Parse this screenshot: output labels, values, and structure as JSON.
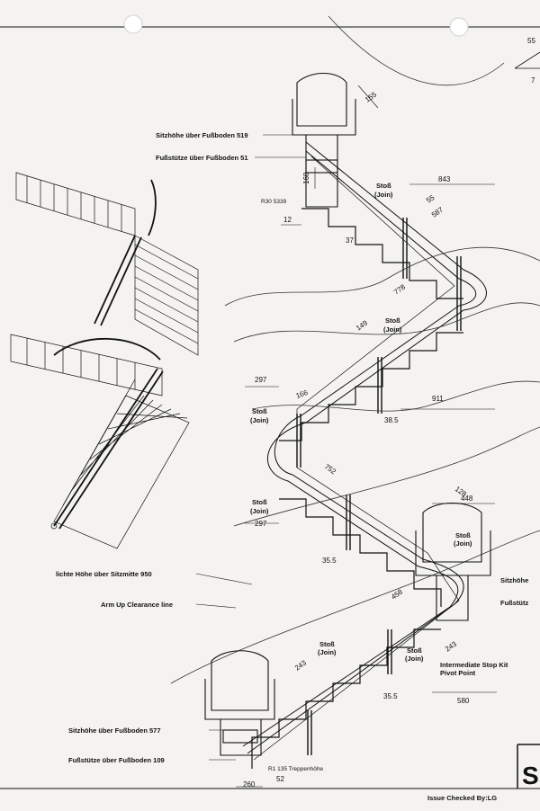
{
  "labels": {
    "sitz_top": "Sitzhöhe über Fußboden 519",
    "fuss_top": "Fußstütze über Fußboden 51",
    "r30": "R30 5339",
    "sitz_bottom": "Sitzhöhe über Fußboden 577",
    "fuss_bottom": "Fußstütze über Fußboden 109",
    "lichte": "lichte Höhe über Sitzmitte 950",
    "arm_up": "Arm Up Clearance line",
    "right_sitz": "Sitzhöhe",
    "right_fuss": "Fußstütz",
    "intermediate1": "Intermediate Stop Kit",
    "intermediate2": "Pivot Point",
    "treppen": "R1 135 Treppenhöhe",
    "issue": "Issue Checked By:LG",
    "title_letter": "S",
    "corner_top": "55",
    "corner_bottom": "7",
    "join_de": "Stoß",
    "join_en": "(Join)"
  },
  "dims": {
    "d155": "155",
    "d168": "168",
    "d12": "12",
    "d843": "843",
    "d55": "55",
    "d587": "587",
    "d37": "37",
    "d778": "778",
    "d149": "149",
    "d297a": "297",
    "d166": "166",
    "d38_5": "38.5",
    "d911": "911",
    "d752": "752",
    "d297b": "297",
    "d35_5a": "35.5",
    "d128": "128",
    "d448": "448",
    "d458": "458",
    "d243a": "243",
    "d243b": "243",
    "d35_5b": "35.5",
    "d580": "580",
    "d260": "260",
    "d52": "52"
  },
  "colors": {
    "ink": "#111111",
    "paper": "#f4f3ef",
    "punch": "#ffffff"
  }
}
